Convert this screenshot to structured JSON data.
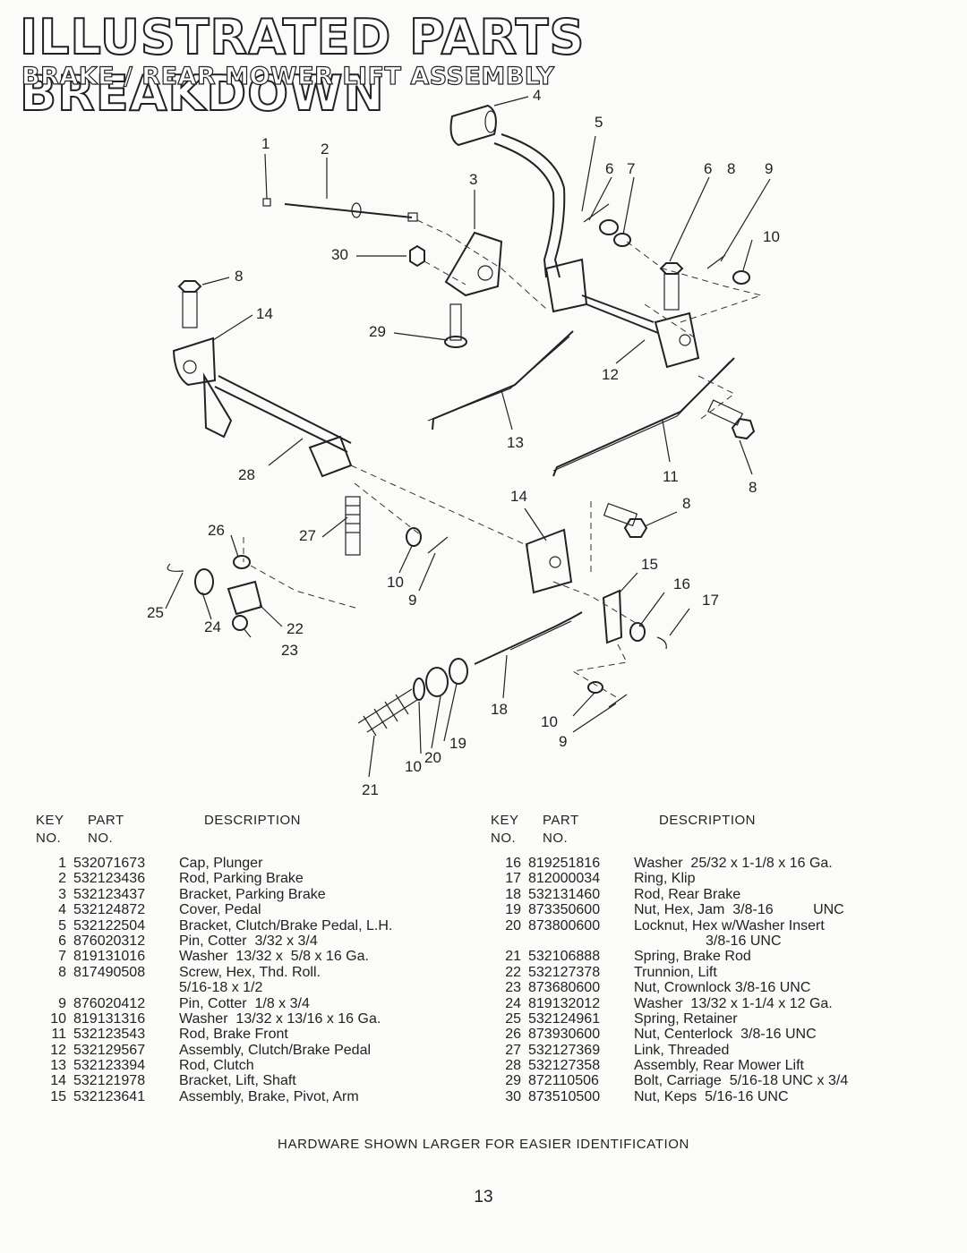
{
  "title": "ILLUSTRATED PARTS BREAKDOWN",
  "subtitle": "BRAKE / REAR MOWER LIFT ASSEMBLY",
  "callouts": [
    "4",
    "5",
    "1",
    "2",
    "3",
    "6",
    "7",
    "6",
    "8",
    "9",
    "10",
    "30",
    "8",
    "14",
    "29",
    "12",
    "13",
    "11",
    "8",
    "28",
    "14",
    "8",
    "26",
    "27",
    "10",
    "9",
    "15",
    "16",
    "17",
    "25",
    "24",
    "22",
    "23",
    "18",
    "10",
    "9",
    "19",
    "20",
    "10",
    "21"
  ],
  "table_headers": {
    "key_line1": "KEY",
    "key_line2": "NO.",
    "part_line1": "PART",
    "part_line2": "NO.",
    "description": "DESCRIPTION"
  },
  "parts_left": [
    {
      "key": "1",
      "part": "532071673",
      "desc": "Cap, Plunger"
    },
    {
      "key": "2",
      "part": "532123436",
      "desc": "Rod, Parking Brake"
    },
    {
      "key": "3",
      "part": "532123437",
      "desc": "Bracket, Parking Brake"
    },
    {
      "key": "4",
      "part": "532124872",
      "desc": "Cover, Pedal"
    },
    {
      "key": "5",
      "part": "532122504",
      "desc": "Bracket, Clutch/Brake Pedal, L.H."
    },
    {
      "key": "6",
      "part": "876020312",
      "desc": "Pin, Cotter  3/32 x 3/4"
    },
    {
      "key": "7",
      "part": "819131016",
      "desc": "Washer  13/32 x  5/8 x 16 Ga."
    },
    {
      "key": "8",
      "part": "817490508",
      "desc": "Screw, Hex, Thd. Roll."
    },
    {
      "key": "",
      "part": "",
      "desc": "5/16-18 x 1/2"
    },
    {
      "key": "9",
      "part": "876020412",
      "desc": "Pin, Cotter  1/8 x 3/4"
    },
    {
      "key": "10",
      "part": "819131316",
      "desc": "Washer  13/32 x 13/16 x 16 Ga."
    },
    {
      "key": "11",
      "part": "532123543",
      "desc": "Rod, Brake Front"
    },
    {
      "key": "12",
      "part": "532129567",
      "desc": "Assembly, Clutch/Brake Pedal"
    },
    {
      "key": "13",
      "part": "532123394",
      "desc": "Rod, Clutch"
    },
    {
      "key": "14",
      "part": "532121978",
      "desc": "Bracket, Lift, Shaft"
    },
    {
      "key": "15",
      "part": "532123641",
      "desc": "Assembly, Brake, Pivot, Arm"
    }
  ],
  "parts_right": [
    {
      "key": "16",
      "part": "819251816",
      "desc": "Washer  25/32 x 1-1/8 x 16 Ga."
    },
    {
      "key": "17",
      "part": "812000034",
      "desc": "Ring, Klip"
    },
    {
      "key": "18",
      "part": "532131460",
      "desc": "Rod, Rear Brake"
    },
    {
      "key": "19",
      "part": "873350600",
      "desc": "Nut, Hex, Jam  3/8-16          UNC"
    },
    {
      "key": "20",
      "part": "873800600",
      "desc": "Locknut, Hex w/Washer Insert"
    },
    {
      "key": "",
      "part": "",
      "desc": "                  3/8-16 UNC"
    },
    {
      "key": "21",
      "part": "532106888",
      "desc": "Spring, Brake Rod"
    },
    {
      "key": "22",
      "part": "532127378",
      "desc": "Trunnion, Lift"
    },
    {
      "key": "23",
      "part": "873680600",
      "desc": "Nut, Crownlock 3/8-16 UNC"
    },
    {
      "key": "24",
      "part": "819132012",
      "desc": "Washer  13/32 x 1-1/4 x 12 Ga."
    },
    {
      "key": "25",
      "part": "532124961",
      "desc": "Spring, Retainer"
    },
    {
      "key": "26",
      "part": "873930600",
      "desc": "Nut, Centerlock  3/8-16 UNC"
    },
    {
      "key": "27",
      "part": "532127369",
      "desc": "Link, Threaded"
    },
    {
      "key": "28",
      "part": "532127358",
      "desc": "Assembly, Rear Mower Lift"
    },
    {
      "key": "29",
      "part": "872110506",
      "desc": "Bolt, Carriage  5/16-18 UNC x 3/4"
    },
    {
      "key": "30",
      "part": "873510500",
      "desc": "Nut, Keps  5/16-16 UNC"
    }
  ],
  "footer_note": "HARDWARE SHOWN LARGER FOR EASIER IDENTIFICATION",
  "page_number": "13"
}
